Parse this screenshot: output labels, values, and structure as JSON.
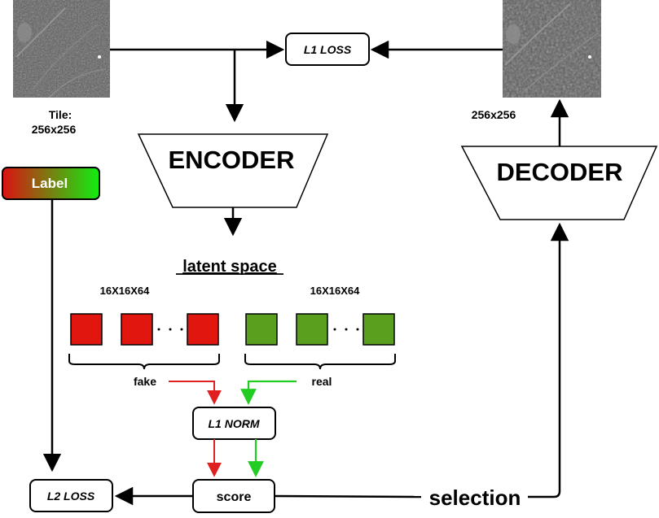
{
  "tiles": {
    "input_label": "Tile:",
    "input_size": "256x256",
    "output_size": "256x256"
  },
  "blocks": {
    "l1_loss": "L1 LOSS",
    "encoder": "ENCODER",
    "decoder": "DECODER",
    "label": "Label",
    "l1_norm": "L1 NORM",
    "score": "score",
    "l2_loss": "L2 LOSS"
  },
  "latent": {
    "title": "latent space",
    "fake_dims": "16X16X64",
    "real_dims": "16X16X64",
    "fake_label": "fake",
    "real_label": "real",
    "fake_color": "#e0160f",
    "real_color": "#5aa01e"
  },
  "connectors": {
    "selection_label": "selection"
  },
  "colors": {
    "red_arrow": "#e02020",
    "green_arrow": "#22cc22",
    "label_gradient_start": "#dd1111",
    "label_gradient_end": "#11ee11"
  }
}
